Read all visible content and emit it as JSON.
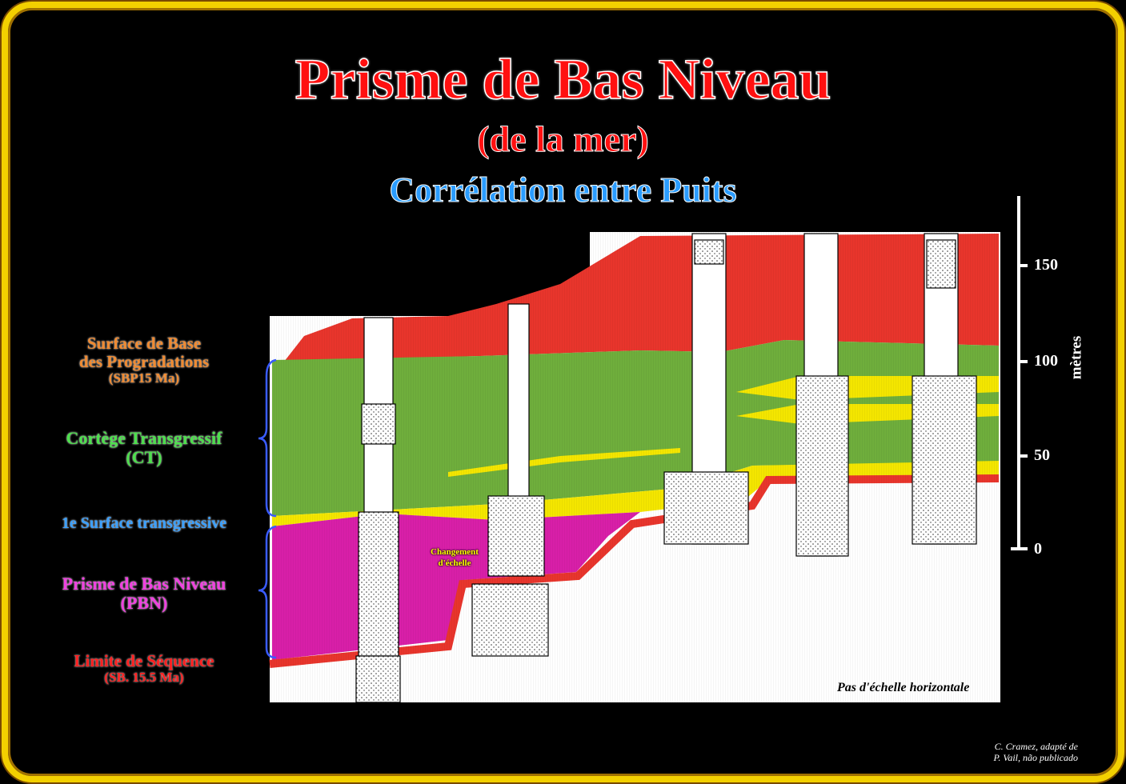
{
  "title": "Prisme de Bas Niveau",
  "subtitle": "(de la mer)",
  "subtitle2": "Corrélation entre Puits",
  "labels": {
    "sbp": [
      "Surface de Base",
      "des Progradations",
      "(SBP15 Ma)"
    ],
    "ct": [
      "Cortège Transgressif",
      "(CT)"
    ],
    "st": "1e Surface transgressive",
    "pbn": [
      "Prisme de Bas Niveau",
      "(PBN)"
    ],
    "sb": [
      "Limite de Séquence",
      "(SB. 15.5 Ma)"
    ]
  },
  "diagram": {
    "change_note": [
      "Changement",
      "d'échelle"
    ],
    "horizontal_note": "Pas d'échelle horizontale",
    "scale_unit": "mètres",
    "scale_ticks": [
      "150",
      "100",
      "50",
      "0"
    ]
  },
  "credit": [
    "C. Cramez, adapté de",
    "P. Vail, não publicado"
  ],
  "colors": {
    "red": "#e8352c",
    "green": "#6fae3c",
    "yellow": "#f4e600",
    "magenta": "#d81fa8",
    "border": "#f3d000"
  }
}
